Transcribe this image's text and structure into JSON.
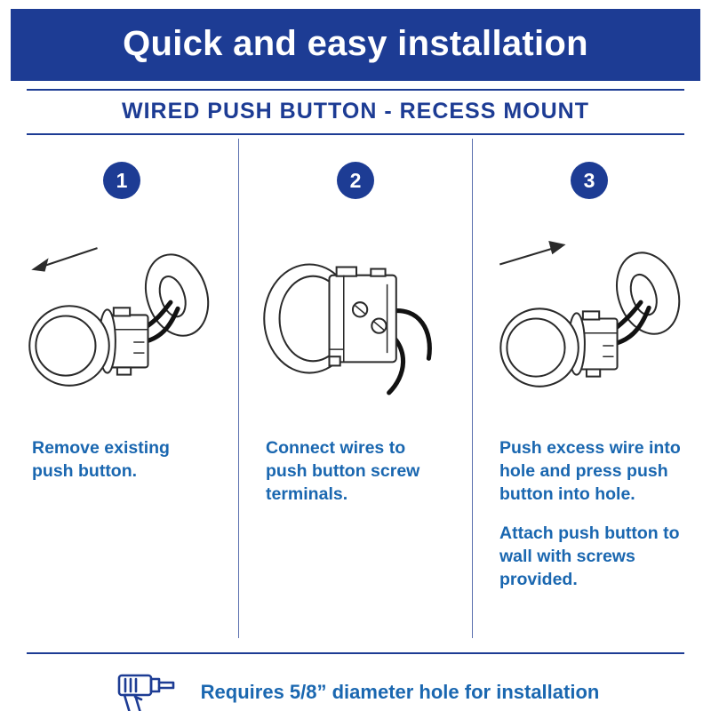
{
  "colors": {
    "navy": "#1d3c94",
    "stepblue": "#1a67b0",
    "divider": "#5a6fae",
    "wire": "#121212"
  },
  "header": {
    "title": "Quick and easy installation",
    "subtitle": "WIRED PUSH BUTTON - RECESS MOUNT"
  },
  "steps": [
    {
      "number": "1",
      "lines": [
        "Remove existing push button."
      ]
    },
    {
      "number": "2",
      "lines": [
        "Connect wires to push button screw terminals."
      ]
    },
    {
      "number": "3",
      "lines": [
        "Push excess wire into hole and press push button into hole.",
        "Attach push button to wall with screws provided."
      ]
    }
  ],
  "footer": {
    "note": "Requires 5/8” diameter hole for installation"
  }
}
